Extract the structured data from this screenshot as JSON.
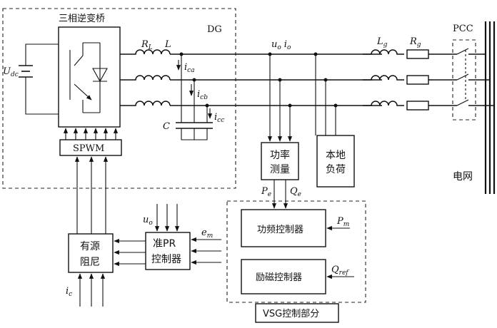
{
  "diagram": {
    "dg_label": "DG",
    "inverter_label": "三相逆变桥",
    "udc": {
      "main": "U",
      "sub": "dc"
    },
    "spwm_label": "SPWM",
    "rl": {
      "main": "R",
      "sub": "L"
    },
    "l_label": "L",
    "c_label": "C",
    "ica": {
      "main": "i",
      "sub": "ca"
    },
    "icb": {
      "main": "i",
      "sub": "cb"
    },
    "icc": {
      "main": "i",
      "sub": "cc"
    },
    "uo_io": {
      "u": "u",
      "u_sub": "o",
      "i": "i",
      "i_sub": "o"
    },
    "lg": {
      "main": "L",
      "sub": "g"
    },
    "rg": {
      "main": "R",
      "sub": "g"
    },
    "pcc_label": "PCC",
    "grid_label": "电网",
    "power_meas": {
      "line1": "功率",
      "line2": "测量"
    },
    "local_load": {
      "line1": "本地",
      "line2": "负荷"
    },
    "pe": {
      "main": "P",
      "sub": "e"
    },
    "qe": {
      "main": "Q",
      "sub": "e"
    },
    "pf_controller": "功频控制器",
    "pm": {
      "main": "P",
      "sub": "m"
    },
    "exc_controller": "励磁控制器",
    "qref": {
      "main": "Q",
      "sub": "ref"
    },
    "vsg_label": "VSG控制部分",
    "quasi_pr": {
      "line1": "准PR",
      "line2": "控制器"
    },
    "uo_in": {
      "main": "u",
      "sub": "o"
    },
    "em_in": {
      "main": "e",
      "sub": "m"
    },
    "active_damping": {
      "line1": "有源",
      "line2": "阻尼"
    },
    "ic_in": {
      "main": "i",
      "sub": "c"
    }
  }
}
